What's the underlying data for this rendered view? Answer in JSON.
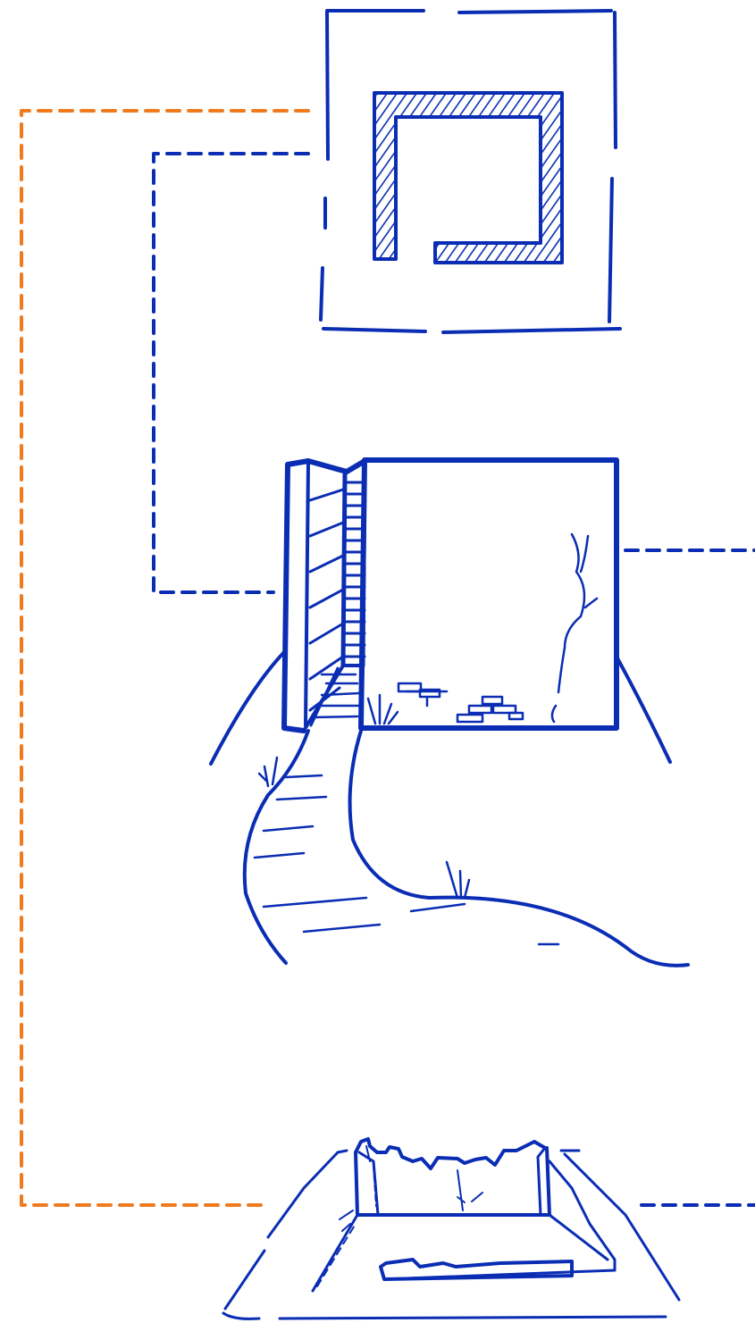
{
  "colors": {
    "ink": "#0a2db4",
    "connector_blue": "#0a2db4",
    "connector_orange": "#f07a1e",
    "background": "#ffffff"
  },
  "connectors": [
    {
      "name": "orange-dashed-connector",
      "color": "orange",
      "links": [
        "plan-view-sketch",
        "ruin-sketch"
      ]
    },
    {
      "name": "blue-dashed-connector-plan-to-wall",
      "color": "blue",
      "links": [
        "plan-view-sketch",
        "wall-perspective-sketch"
      ]
    },
    {
      "name": "blue-dashed-connector-wall-right",
      "color": "blue",
      "links": [
        "wall-perspective-sketch"
      ]
    },
    {
      "name": "blue-dashed-connector-ruin-right",
      "color": "blue",
      "links": [
        "ruin-sketch"
      ]
    }
  ],
  "sketches": [
    {
      "name": "plan-view-sketch",
      "description_icon": "hatched-wall-plan-icon"
    },
    {
      "name": "wall-perspective-sketch",
      "description_icon": "wall-with-path-icon"
    },
    {
      "name": "ruin-sketch",
      "description_icon": "ruined-enclosure-icon"
    }
  ]
}
